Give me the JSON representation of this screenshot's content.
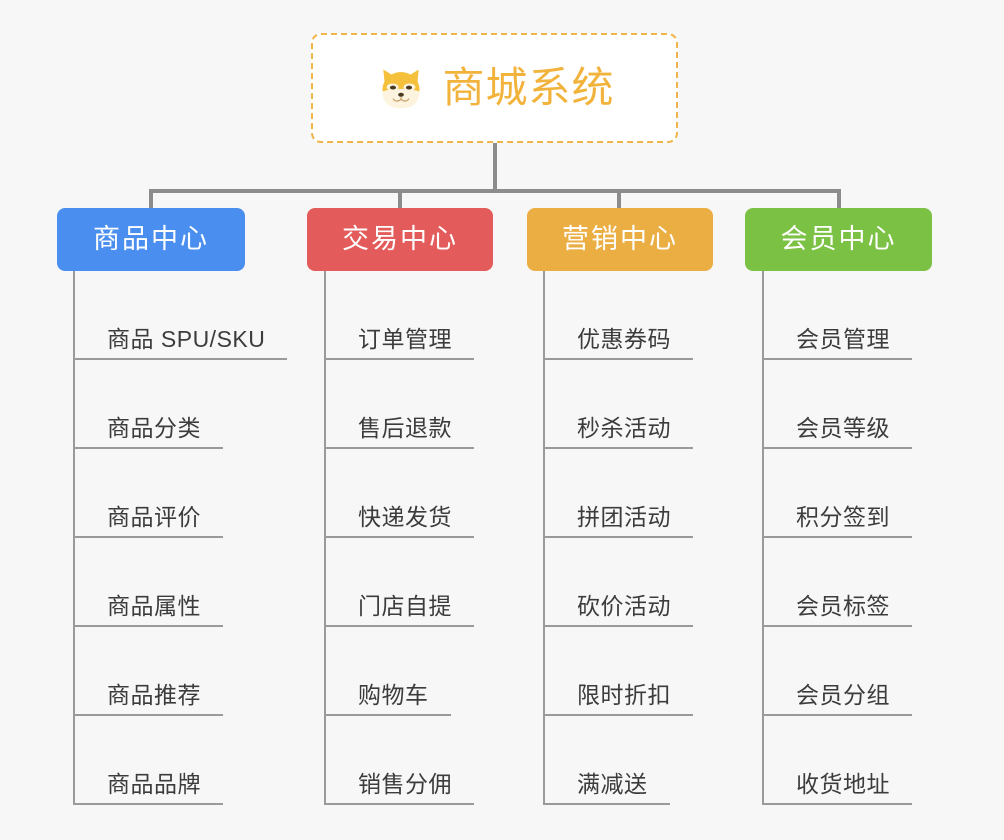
{
  "page": {
    "background_color": "#f7f7f7",
    "kind": "product-architecture-mindmap"
  },
  "root": {
    "icon": "shiba-dog-face-emoji",
    "title": "商城系统",
    "title_color": "#f2b33d",
    "border_color": "#f0b44a",
    "border_style": "dashed",
    "background_color": "#ffffff"
  },
  "connector": {
    "color": "#8c8c8c"
  },
  "branches": [
    {
      "label": "商品中心",
      "color": "#4a8ff0",
      "text_color": "#ffffff",
      "items": [
        "商品 SPU/SKU",
        "商品分类",
        "商品评价",
        "商品属性",
        "商品推荐",
        "商品品牌"
      ]
    },
    {
      "label": "交易中心",
      "color": "#e35b5b",
      "text_color": "#ffffff",
      "items": [
        "订单管理",
        "售后退款",
        "快递发货",
        "门店自提",
        "购物车",
        "销售分佣"
      ]
    },
    {
      "label": "营销中心",
      "color": "#ebae43",
      "text_color": "#ffffff",
      "items": [
        "优惠券码",
        "秒杀活动",
        "拼团活动",
        "砍价活动",
        "限时折扣",
        "满减送"
      ]
    },
    {
      "label": "会员中心",
      "color": "#7bc144",
      "text_color": "#ffffff",
      "items": [
        "会员管理",
        "会员等级",
        "积分签到",
        "会员标签",
        "会员分组",
        "收货地址"
      ]
    }
  ]
}
